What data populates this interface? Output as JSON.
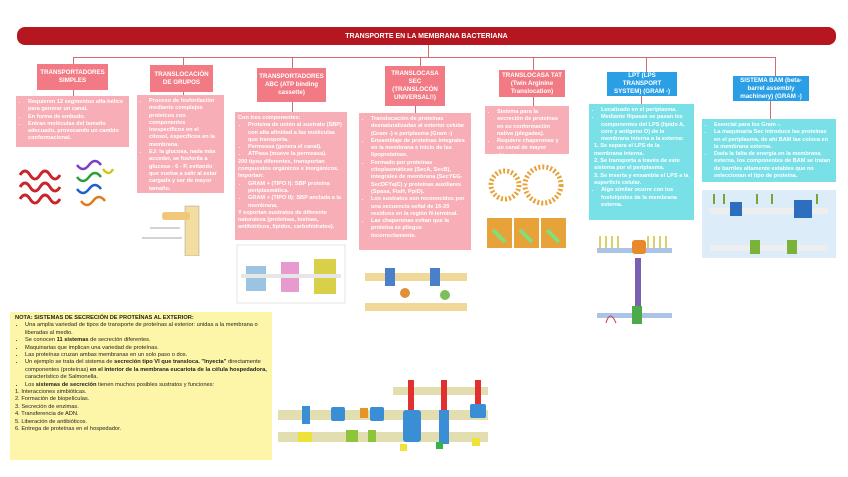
{
  "title": "TRANSPORTE EN LA MEMBRANA BACTERIANA",
  "colors": {
    "title": "#b5161f",
    "pink_header": "#f27a85",
    "pink_box": "#f8aeb6",
    "blue_header": "#2a9fe6",
    "cyan_box": "#79e0e8",
    "note": "#fdf6a8"
  },
  "branches": [
    {
      "header": "TRANSPORTADORES SIMPLES",
      "items": [
        "Requieren 12 segmentos alfa-hélice para generar un canal.",
        "En forma de embudo.",
        "Entran moléculas del tamaño adecuado, provocando un cambio conformacional."
      ]
    },
    {
      "header": "TRANSLOCACIÓN DE GRUPOS",
      "items": [
        "Proceso de fosforilación mediante complejos proteicos con componentes inespecíficos en el citosol, específicos en la membrana.",
        "EJ: la glucosa, nada más acceder, se fosforila a glucosa - 6 - P, evitando que vuelva a salir al estar cargada y ser de mayor tamaño."
      ]
    },
    {
      "header": "TRANSPORTADORES ABC (ATP binding cassette)",
      "intro": "Con tres componentes:",
      "items": [
        "Proteína de unión al sustrato (SBP) con alta afinidad a las moléculas que transporta.",
        "Permeasa (genera el canal).",
        "ATPasa (mueve la permeasa)."
      ],
      "middle": "200 tipos diferentes, transportan compuestos orgánicos e inorgánicos. Importan:",
      "items2": [
        "GRAM + (TIPO I): SBP proteína periplasmática.",
        "GRAM + (TIPO II): SBP anclada a la membrana."
      ],
      "outro": "Y exportan sustratos de diferente naturaleza (proteínas, toxinas, antibióticos, lípidos, carbohidratos)."
    },
    {
      "header": "TRANSLOCASA SEC (TRANSLOCÓN UNIVERSAL!!)",
      "items": [
        "Translocación de proteínas desnaturalizadas al exterior celular (Gram -) o periplasma (Gram -)",
        "Ensamblaje de proteínas integrales en la membrana e inicio de las lipoproteínas.",
        "Formado por proteínas citoplasmáticas (SecA, SecB), integrales de membrana (SecYEG-SecDFYajC) y proteínas auxiliares (Spasa, FtsH, PpiD).",
        "Los sustratos son reconocidos por una secuencia señal de 16-20 residuos en la región N-terminal.",
        "Las chaperonas evitan que la proteína se pliegue incorrectamente."
      ]
    },
    {
      "header": "TRANSLOCASA TAT (Twin Arginine Translocation)",
      "items": [
        "Sistema para la secreción de proteínas en su conformación nativa (plegadas).",
        "Requiere chaperonas y un canal de mayor diámetro."
      ]
    },
    {
      "header": "LPT (LPS TRANSPORT SYSTEM) (GRAM -)",
      "items": [
        "Localizado en el periplasma.",
        "Mediante flipasas se pasan los componentes del LPS (lípido A, core y antígeno O) de la membrana interna a la externa:"
      ],
      "steps": [
        "1. Se separa el LPS de la membrana interna.",
        "2. Se transporta a través de este sistema por el periplasma.",
        "3. Se inserta y ensambla el LPS a la superficie celular."
      ],
      "items2": [
        "Algo similar ocurre con los fosfolípidos de la membrana externa."
      ]
    },
    {
      "header": "SISTEMA BAM (beta-barrel assembly machinery) (GRAM -)",
      "items": [
        "Esencial para los Gram -.",
        "La maquinaria Sec introduce las proteínas en el periplasma, de ahí BAM las coloca en la membrana externa.",
        "Dada la falta de energía en la membrana externa, los componentes de BAM se tratan de barriles altamente estables que no seleccionan el tipo de proteína."
      ]
    }
  ],
  "note": {
    "heading": "NOTA: SISTEMAS DE SECRECIÓN DE PROTEÍNAS AL EXTERIOR:",
    "b1": "Una amplia variedad de tipos de transporte de proteínas al exterior: unidas a la membrana o liberadas al medio.",
    "b2a": "Se conocen ",
    "b2b": "11 sistemas",
    "b2c": " de secreción diferentes.",
    "b3": "Maquinarias que implican una variedad de proteínas.",
    "b4": "Las proteínas cruzan ambas membranas en un solo paso o dos.",
    "b5a": "Un ejemplo se trata del sistema de ",
    "b5b": "secreción tipo VI que transloca. \"Inyecta\"",
    "b5c": " directamente componentes (proteínas) ",
    "b5d": "en el interior de la membrana eucariota de la célula hospedadora,",
    "b5e": " característico de Salmonella.",
    "b6a": "Los ",
    "b6b": "sistemas de secreción",
    "b6c": " tienen muchos posibles sustratos y funciones:",
    "functions": [
      "1. Interacciones simbióticas.",
      "2. Formación de biopelículas.",
      "3. Secreción de enzimas.",
      "4. Transferencia de ADN.",
      "5. Liberación de antibióticos.",
      "6. Entrega de proteínas en el hospedador."
    ]
  }
}
